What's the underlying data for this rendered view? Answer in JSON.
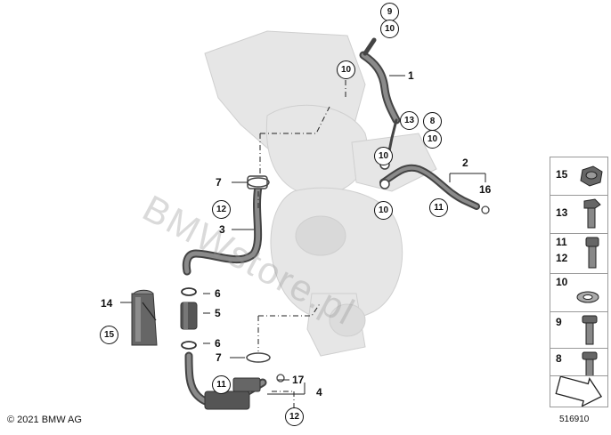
{
  "diagram": {
    "watermark": "BMWstore.pl",
    "copyright": "© 2021 BMW AG",
    "image_number": "516910",
    "labels": [
      {
        "id": "l1",
        "text": "1",
        "kind": "plain"
      },
      {
        "id": "l2",
        "text": "2",
        "kind": "plain"
      },
      {
        "id": "l3",
        "text": "3",
        "kind": "plain"
      },
      {
        "id": "l4",
        "text": "4",
        "kind": "plain"
      },
      {
        "id": "l5",
        "text": "5",
        "kind": "plain"
      },
      {
        "id": "l6a",
        "text": "6",
        "kind": "plain"
      },
      {
        "id": "l6b",
        "text": "6",
        "kind": "plain"
      },
      {
        "id": "l7a",
        "text": "7",
        "kind": "plain"
      },
      {
        "id": "l7b",
        "text": "7",
        "kind": "plain"
      },
      {
        "id": "l14",
        "text": "14",
        "kind": "plain"
      },
      {
        "id": "l16",
        "text": "16",
        "kind": "plain"
      },
      {
        "id": "l17",
        "text": "17",
        "kind": "plain"
      },
      {
        "id": "c9",
        "text": "9",
        "kind": "circle"
      },
      {
        "id": "c10a",
        "text": "10",
        "kind": "circle"
      },
      {
        "id": "c10b",
        "text": "10",
        "kind": "circle"
      },
      {
        "id": "c8",
        "text": "8",
        "kind": "circle"
      },
      {
        "id": "c10c",
        "text": "10",
        "kind": "circle"
      },
      {
        "id": "c13",
        "text": "13",
        "kind": "circle"
      },
      {
        "id": "c10d",
        "text": "10",
        "kind": "circle"
      },
      {
        "id": "c10e",
        "text": "10",
        "kind": "circle"
      },
      {
        "id": "c11a",
        "text": "11",
        "kind": "circle"
      },
      {
        "id": "c12a",
        "text": "12",
        "kind": "circle"
      },
      {
        "id": "c15",
        "text": "15",
        "kind": "circle"
      },
      {
        "id": "c11b",
        "text": "11",
        "kind": "circle"
      },
      {
        "id": "c12b",
        "text": "12",
        "kind": "circle"
      }
    ],
    "legend": [
      {
        "lines": [
          "15"
        ],
        "part": "flange-nut"
      },
      {
        "lines": [
          "13"
        ],
        "part": "hex-bolt"
      },
      {
        "lines": [
          "11",
          "12"
        ],
        "part": "socket-bolt"
      },
      {
        "lines": [
          "10"
        ],
        "part": "seal-ring"
      },
      {
        "lines": [
          "9"
        ],
        "part": "hollow-bolt"
      },
      {
        "lines": [
          "8"
        ],
        "part": "hollow-bolt-long"
      },
      {
        "lines": [],
        "part": "arrow-symbol"
      }
    ]
  }
}
